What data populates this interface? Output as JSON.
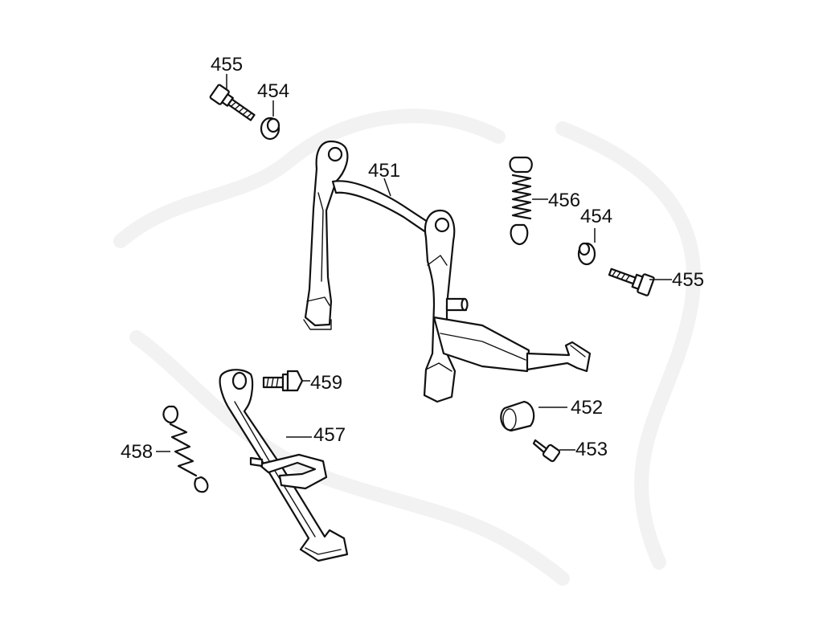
{
  "labels": {
    "p451": "451",
    "p452": "452",
    "p453": "453",
    "p454a": "454",
    "p454b": "454",
    "p455a": "455",
    "p455b": "455",
    "p456": "456",
    "p457": "457",
    "p458": "458",
    "p459": "459"
  }
}
